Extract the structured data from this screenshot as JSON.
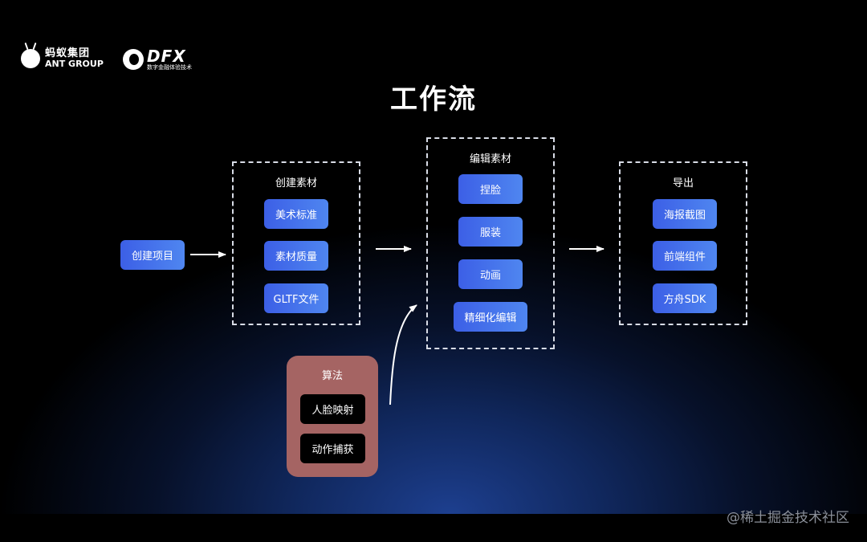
{
  "logos": {
    "ant_cn": "蚂蚁集团",
    "ant_en": "ANT GROUP",
    "dfx_en": "DFX",
    "dfx_cn": "数字金融体验技术"
  },
  "title": "工作流",
  "start": {
    "label": "创建项目"
  },
  "create": {
    "label": "创建素材",
    "items": [
      "美术标准",
      "素材质量",
      "GLTF文件"
    ]
  },
  "edit": {
    "label": "编辑素材",
    "items": [
      "捏脸",
      "服装",
      "动画",
      "精细化编辑"
    ]
  },
  "export": {
    "label": "导出",
    "items": [
      "海报截图",
      "前端组件",
      "方舟SDK"
    ]
  },
  "algorithm": {
    "label": "算法",
    "items": [
      "人脸映射",
      "动作捕获"
    ]
  },
  "watermark": "@稀土掘金技术社区",
  "colors": {
    "button": "#4a74ee",
    "algorithm": "#a56463",
    "border": "#d8dce6"
  }
}
